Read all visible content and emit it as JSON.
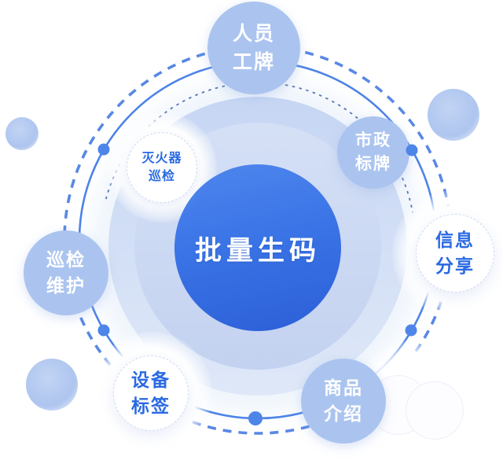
{
  "diagram": {
    "center": {
      "label": "批量生码"
    },
    "nodes": [
      {
        "id": "person-badge",
        "line1": "人员",
        "line2": "工牌",
        "style": "blue"
      },
      {
        "id": "municipal-sign",
        "line1": "市政",
        "line2": "标牌",
        "style": "blue"
      },
      {
        "id": "info-sharing",
        "line1": "信息",
        "line2": "分享",
        "style": "white"
      },
      {
        "id": "product-intro",
        "line1": "商品",
        "line2": "介绍",
        "style": "blue"
      },
      {
        "id": "device-label",
        "line1": "设备",
        "line2": "标签",
        "style": "white"
      },
      {
        "id": "patrol-maintenance",
        "line1": "巡检",
        "line2": "维护",
        "style": "blue"
      },
      {
        "id": "fire-extinguisher-inspection",
        "line1": "灭火器",
        "line2": "巡检",
        "style": "white"
      }
    ],
    "colors": {
      "core_blue_top": "#4f86ee",
      "core_blue_bottom": "#2c5fd8",
      "node_blue": "#abc4ef",
      "node_text_white": "#ffffff",
      "white_node_text": "#2a6ae2",
      "orbit_solid_stroke": "#4c83e7",
      "orbit_dashed_stroke": "#4f82e4",
      "orbit_inner_dotted": "#3a5fa9",
      "orbit_dot_fill": "#4e85e8",
      "halo_outer": "#d6e1f7",
      "halo_mid": "#c6d5f2"
    }
  }
}
